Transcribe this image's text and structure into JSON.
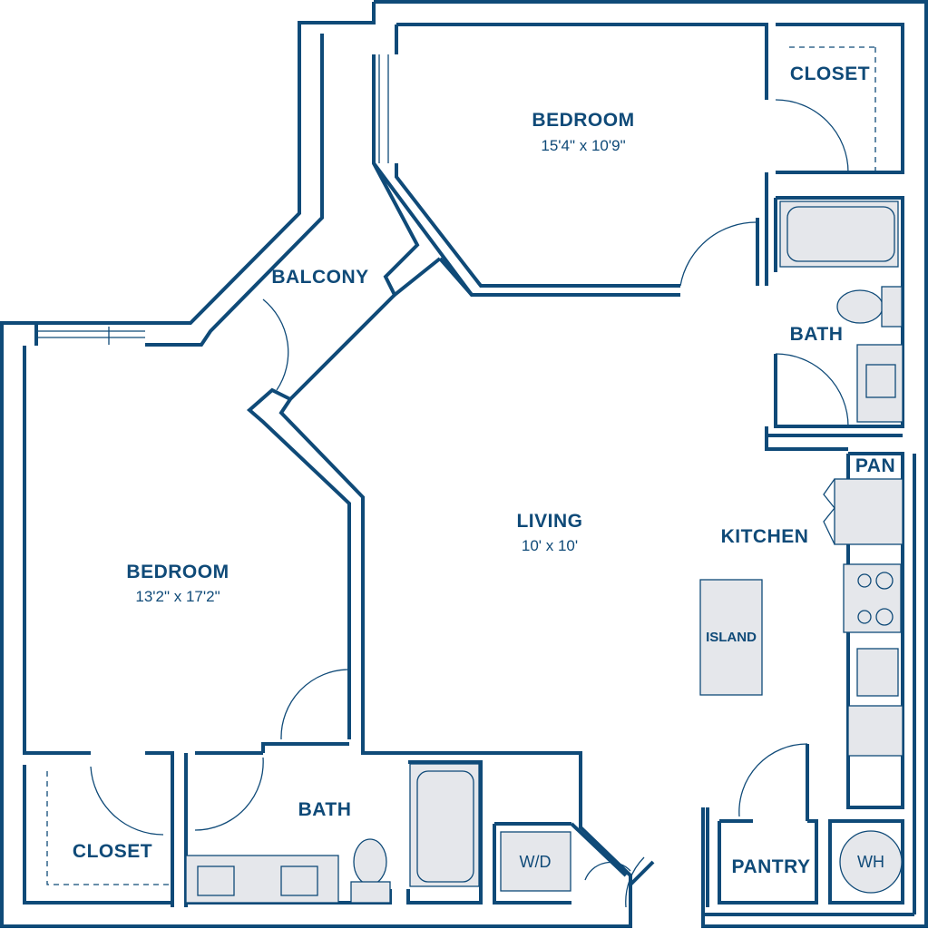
{
  "colors": {
    "wall": "#0f4a78",
    "fixture": "#e5e7eb"
  },
  "rooms": {
    "bedroom_top": {
      "label": "BEDROOM",
      "dims": "15'4\" x 10'9\""
    },
    "bedroom_left": {
      "label": "BEDROOM",
      "dims": "13'2\" x 17'2\""
    },
    "living": {
      "label": "LIVING",
      "dims": "10' x 10'"
    },
    "kitchen": {
      "label": "KITCHEN"
    },
    "balcony": {
      "label": "BALCONY"
    },
    "closet_top": {
      "label": "CLOSET"
    },
    "closet_bottom": {
      "label": "CLOSET"
    },
    "bath_right": {
      "label": "BATH"
    },
    "bath_bottom": {
      "label": "BATH"
    },
    "pantry_small": {
      "label": "PAN"
    },
    "pantry": {
      "label": "PANTRY"
    }
  },
  "fixtures": {
    "island": "ISLAND",
    "washer_dryer": "W/D",
    "water_heater": "WH"
  }
}
